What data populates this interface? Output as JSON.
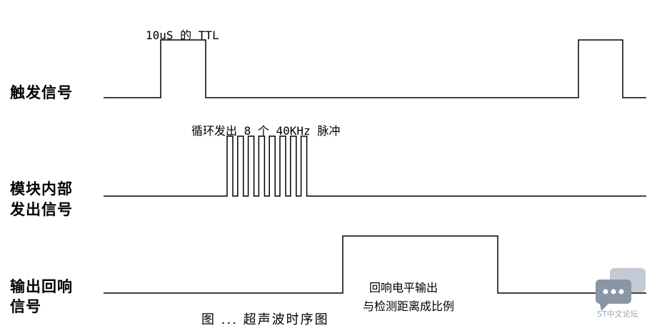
{
  "labels": {
    "trigger": "触发信号",
    "module_line1": "模块内部",
    "module_line2": "发出信号",
    "echo_line1": "输出回响",
    "echo_line2": "信号"
  },
  "annotations": {
    "ttl": "10uS 的 TTL",
    "burst": "循环发出 8 个 40KHz 脉冲",
    "echo_line1": "回响电平输出",
    "echo_line2": "与检测距离成比例"
  },
  "caption": "图 ... 超声波时序图",
  "watermark": "ST中文论坛",
  "burst_pulse_count": 8,
  "colors": {
    "line": "#000000",
    "watermark": "#9aa4b2"
  }
}
